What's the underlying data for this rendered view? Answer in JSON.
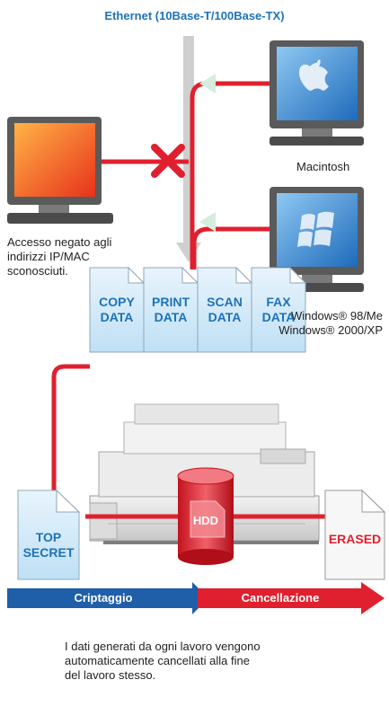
{
  "header": {
    "title": "Ethernet (10Base-T/100Base-TX)"
  },
  "clients": {
    "mac_label": "Macintosh",
    "windows_label_line1": "Windows® 98/Me",
    "windows_label_line2": "Windows® 2000/XP",
    "denied_line1": "Accesso negato agli",
    "denied_line2": "indirizzi IP/MAC",
    "denied_line3": "sconosciuti."
  },
  "documents": [
    {
      "line1": "COPY",
      "line2": "DATA"
    },
    {
      "line1": "PRINT",
      "line2": "DATA"
    },
    {
      "line1": "SCAN",
      "line2": "DATA"
    },
    {
      "line1": "FAX",
      "line2": "DATA"
    }
  ],
  "device": {
    "top_secret_line1": "TOP",
    "top_secret_line2": "SECRET",
    "hdd_label": "HDD",
    "erased_label": "ERASED"
  },
  "process": {
    "encrypt_label": "Criptaggio",
    "delete_label": "Cancellazione"
  },
  "footer": {
    "line1": "I dati generati da ogni lavoro vengono",
    "line2": "automaticamente cancellati alla fine",
    "line3": "del lavoro stesso."
  },
  "colors": {
    "accent_blue": "#1f72b8",
    "accent_red": "#e0202e",
    "ethernet_gray": "#cccccc",
    "screen_blue": "#3a8fd8"
  }
}
